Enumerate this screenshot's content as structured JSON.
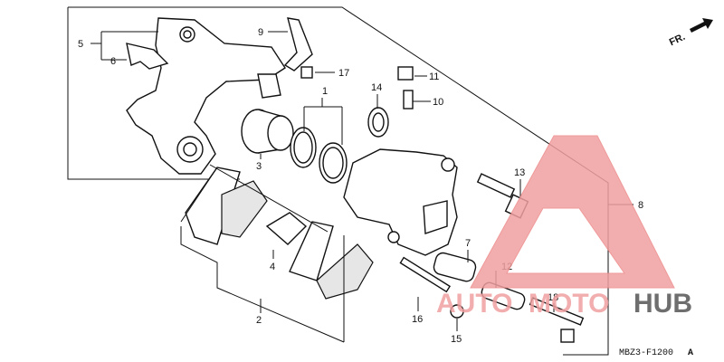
{
  "diagram": {
    "direction_label": "FR.",
    "drawing_code": "MBZ3-F1200",
    "drawing_code_suffix": "A",
    "callouts": [
      "1",
      "2",
      "3",
      "4",
      "5",
      "6",
      "7",
      "8",
      "9",
      "10",
      "11",
      "12",
      "13",
      "14",
      "15",
      "16",
      "17",
      "18"
    ]
  },
  "watermark": {
    "text_left": "AUTO",
    "text_mid": "MOTO",
    "text_right": "HUB",
    "color_primary": "#f0a0a0",
    "color_dark": "#555555"
  }
}
